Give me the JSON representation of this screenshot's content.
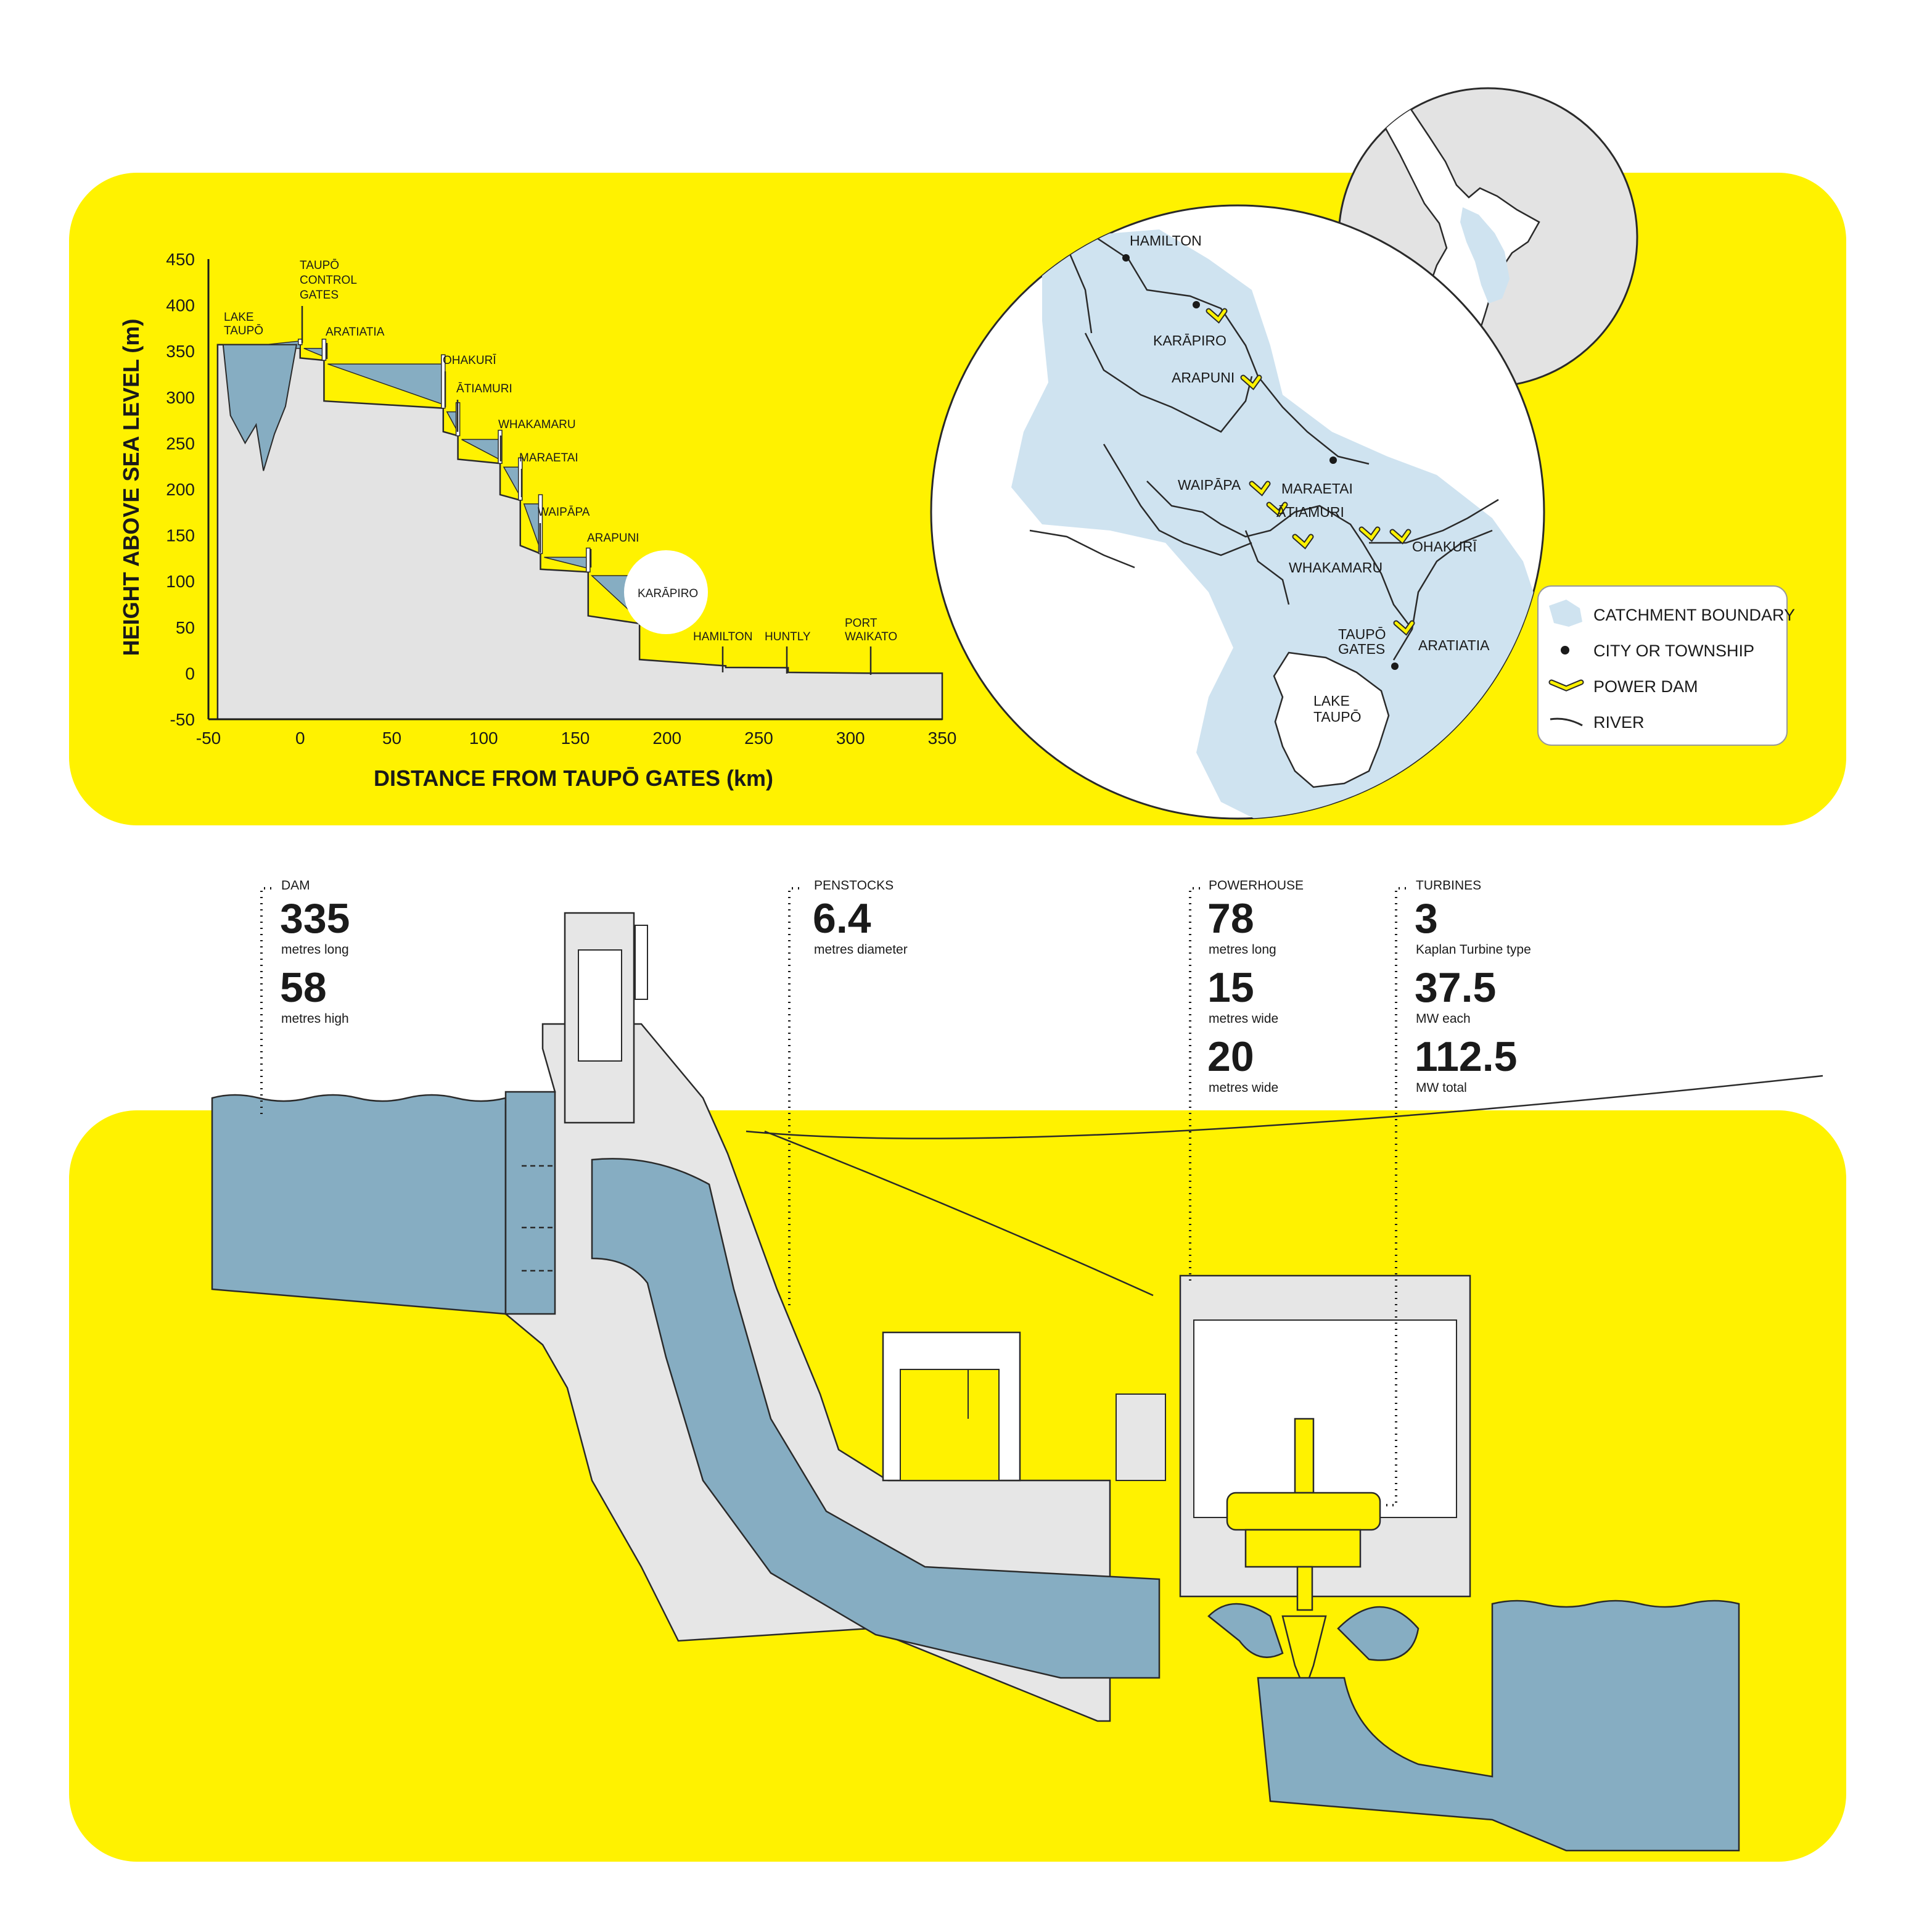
{
  "colors": {
    "accent": "#fff200",
    "water": "#86adc2",
    "catchment": "#cfe3f0",
    "concrete": "#e6e6e6",
    "ink": "#1a1a1a",
    "land": "#e3e3e3"
  },
  "profile": {
    "ylabel": "HEIGHT ABOVE SEA LEVEL (m)",
    "xlabel": "DISTANCE FROM TAUPŌ GATES (km)",
    "yticks": [
      "450",
      "400",
      "350",
      "300",
      "250",
      "200",
      "150",
      "100",
      "50",
      "0",
      "-50"
    ],
    "xticks": [
      "-50",
      "0",
      "50",
      "100",
      "150",
      "200",
      "250",
      "300",
      "350"
    ],
    "sites": {
      "lake_taupo_1": "LAKE",
      "lake_taupo_2": "TAUPŌ",
      "gates_1": "TAUPŌ",
      "gates_2": "CONTROL",
      "gates_3": "GATES",
      "aratiatia": "ARATIATIA",
      "ohakuri": "OHAKURĪ",
      "atiamuri": "ĀTIAMURI",
      "whakamaru": "WHAKAMARU",
      "maraetai": "MARAETAI",
      "waipapa": "WAIPĀPA",
      "arapuni": "ARAPUNI",
      "karapiro": "KARĀPIRO",
      "hamilton": "HAMILTON",
      "huntly": "HUNTLY",
      "port_1": "PORT",
      "port_2": "WAIKATO"
    }
  },
  "chart_data": {
    "type": "area",
    "xlabel": "DISTANCE FROM TAUPŌ GATES (km)",
    "ylabel": "HEIGHT ABOVE SEA LEVEL (m)",
    "xlim": [
      -50,
      350
    ],
    "ylim": [
      -50,
      450
    ],
    "x_ticks": [
      -50,
      0,
      50,
      100,
      150,
      200,
      250,
      300,
      350
    ],
    "y_ticks": [
      -50,
      0,
      50,
      100,
      150,
      200,
      250,
      300,
      350,
      400,
      450
    ],
    "highlight": "KARĀPIRO",
    "points": [
      {
        "label": "LAKE TAUPŌ",
        "x": -40,
        "y": 357
      },
      {
        "label": "TAUPŌ CONTROL GATES",
        "x": 0,
        "y": 357
      },
      {
        "label": "ARATIATIA",
        "x": 13,
        "y": 340
      },
      {
        "label": "OHAKURĪ",
        "x": 78,
        "y": 288
      },
      {
        "label": "ĀTIAMURI",
        "x": 86,
        "y": 258
      },
      {
        "label": "WHAKAMARU",
        "x": 109,
        "y": 228
      },
      {
        "label": "MARAETAI",
        "x": 120,
        "y": 188
      },
      {
        "label": "WAIPĀPA",
        "x": 131,
        "y": 130
      },
      {
        "label": "ARAPUNI",
        "x": 157,
        "y": 110
      },
      {
        "label": "KARĀPIRO",
        "x": 185,
        "y": 54
      },
      {
        "label": "HAMILTON",
        "x": 232,
        "y": 8
      },
      {
        "label": "HUNTLY",
        "x": 266,
        "y": 6
      },
      {
        "label": "PORT WAIKATO",
        "x": 312,
        "y": 0
      }
    ]
  },
  "map": {
    "places": {
      "hamilton": "HAMILTON",
      "karapiro": "KARĀPIRO",
      "arapuni": "ARAPUNI",
      "waipapa": "WAIPĀPA",
      "maraetai": "MARAETAI",
      "atiamuri": "ĀTIAMURI",
      "whakamaru": "WHAKAMARU",
      "ohakuri": "OHAKURĪ",
      "gates_1": "TAUPŌ",
      "gates_2": "GATES",
      "aratiatia": "ARATIATIA",
      "lake_1": "LAKE",
      "lake_2": "TAUPŌ"
    },
    "legend": {
      "catchment": "CATCHMENT BOUNDARY",
      "city": "CITY OR TOWNSHIP",
      "dam": "POWER DAM",
      "river": "RIVER"
    }
  },
  "stats": {
    "dam": {
      "label": "DAM",
      "v1": "335",
      "u1": "metres long",
      "v2": "58",
      "u2": "metres high"
    },
    "penstocks": {
      "label": "PENSTOCKS",
      "v1": "6.4",
      "u1": "metres diameter"
    },
    "powerhouse": {
      "label": "POWERHOUSE",
      "v1": "78",
      "u1": "metres long",
      "v2": "15",
      "u2": "metres wide",
      "v3": "20",
      "u3": "metres wide"
    },
    "turbines": {
      "label": "TURBINES",
      "v1": "3",
      "u1": "Kaplan Turbine type",
      "v2": "37.5",
      "u2": "MW each",
      "v3": "112.5",
      "u3": "MW total"
    }
  }
}
